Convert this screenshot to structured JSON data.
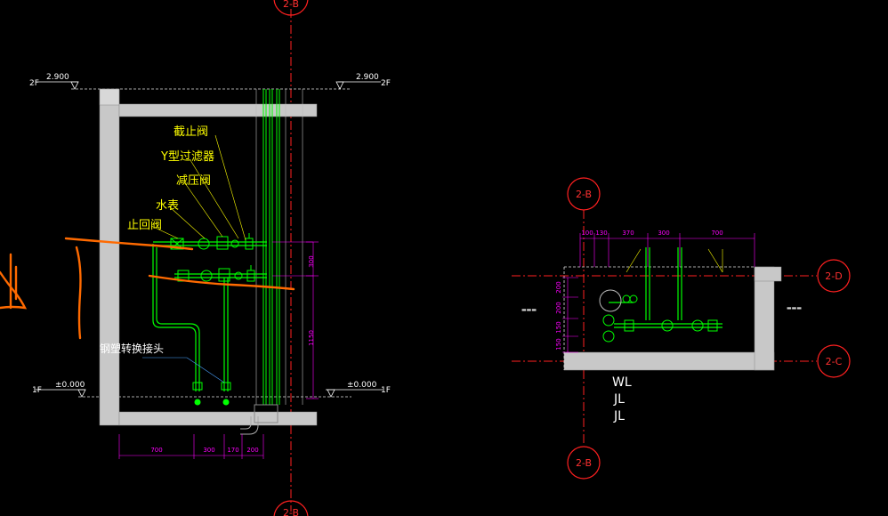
{
  "elevations": {
    "top_left_value": "2.900",
    "top_left_floor": "2F",
    "top_right_value": "2.900",
    "top_right_floor": "2F",
    "bottom_left_value": "±0.000",
    "bottom_left_floor": "1F",
    "bottom_right_value": "±0.000",
    "bottom_right_floor": "1F"
  },
  "labels": {
    "gate_valve": "截止阀",
    "y_filter": "Y型过滤器",
    "pressure_valve": "减压阀",
    "water_meter": "水表",
    "check_valve": "止回阀",
    "adapter": "钢塑转换接头"
  },
  "section_dims": {
    "bottom": [
      "700",
      "300",
      "170",
      "200"
    ],
    "right_upper": "300",
    "right_lower": "1150"
  },
  "plan_dims": {
    "top": [
      "100",
      "130",
      "370",
      "300",
      "700"
    ],
    "left": [
      "200",
      "200",
      "150",
      "150"
    ]
  },
  "axes": {
    "top_axis": "2-B",
    "bottom_axis": "2-B",
    "plan_top": "2-B",
    "plan_bottom": "2-B",
    "plan_right_upper": "2-D",
    "plan_right_lower": "2-C"
  },
  "pipe_codes": [
    "WL",
    "JL",
    "JL"
  ],
  "colors": {
    "background": "#000000",
    "wall": "#c8c8c8",
    "pipe": "#00ff00",
    "label": "#ffff00",
    "dimension": "#ff00ff",
    "axis": "#ff0000",
    "markup": "#ff6a00"
  }
}
